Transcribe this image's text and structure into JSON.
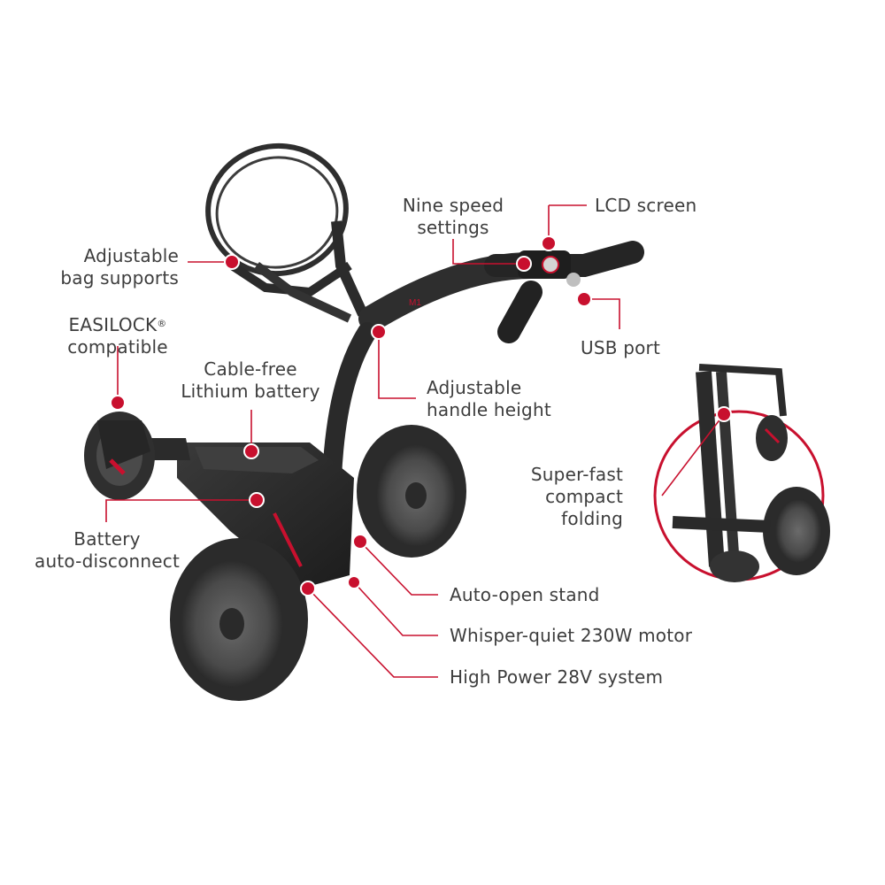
{
  "callouts": {
    "bag_supports": [
      "Adjustable",
      "bag supports"
    ],
    "easilock": [
      "EASILOCK",
      "compatible"
    ],
    "easilock_mark": "®",
    "battery": [
      "Cable-free",
      "Lithium battery"
    ],
    "speed": [
      "Nine speed",
      "settings"
    ],
    "lcd": "LCD screen",
    "usb": "USB port",
    "handle": [
      "Adjustable",
      "handle height"
    ],
    "disconnect": [
      "Battery",
      "auto-disconnect"
    ],
    "folding": [
      "Super-fast",
      "compact",
      "folding"
    ],
    "stand": "Auto-open stand",
    "motor": "Whisper-quiet 230W motor",
    "power": "High Power 28V system"
  },
  "colors": {
    "accent": "#c8102e",
    "trolley": "#2b2b2b",
    "tyre": "#3a3a3a",
    "text": "#3d3d3d"
  }
}
